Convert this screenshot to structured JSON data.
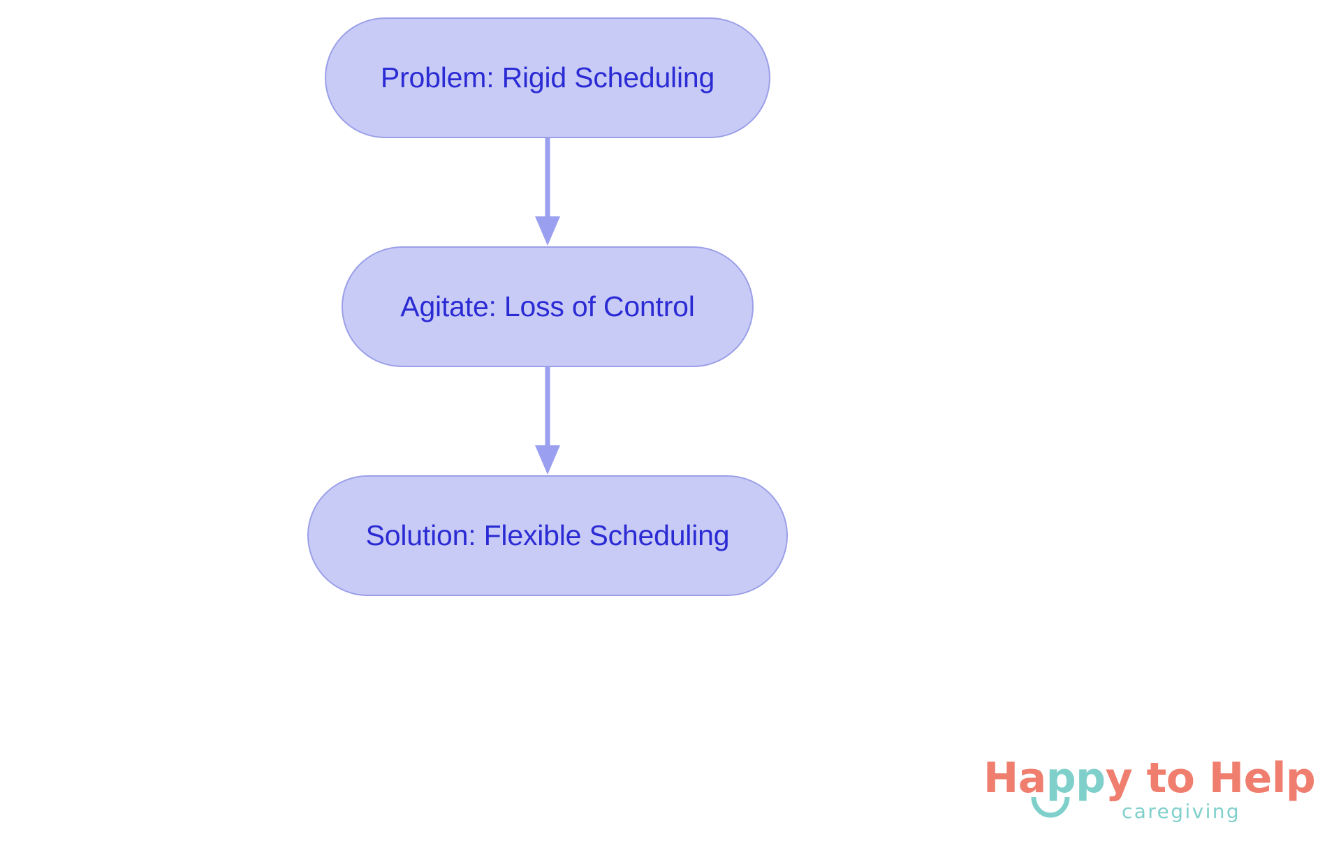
{
  "diagram": {
    "type": "flowchart",
    "orientation": "top-to-bottom",
    "background_color": "#ffffff",
    "node_fill_color": "#c9cbf7",
    "node_border_color": "#9a9fe8",
    "node_text_color": "#2b2bd4",
    "edge_color": "#9aa0ef",
    "nodes": [
      {
        "id": "problem",
        "label": "Problem: Rigid Scheduling"
      },
      {
        "id": "agitate",
        "label": "Agitate: Loss of Control"
      },
      {
        "id": "solution",
        "label": "Solution: Flexible Scheduling"
      }
    ],
    "edges": [
      {
        "from": "problem",
        "to": "agitate",
        "label": "",
        "arrow": "arrow-down-icon"
      },
      {
        "from": "agitate",
        "to": "solution",
        "label": "",
        "arrow": "arrow-down-icon"
      }
    ]
  },
  "logo": {
    "word_happy": "Happy",
    "word_happy_part_ha": "Ha",
    "word_happy_part_pp": "pp",
    "word_happy_part_y": "y",
    "word_to_help": " to Help",
    "tagline": "caregiving",
    "coral_color": "#ef7e6e",
    "teal_color": "#7fcfcb",
    "smile_icon": "smile-arc-icon"
  }
}
